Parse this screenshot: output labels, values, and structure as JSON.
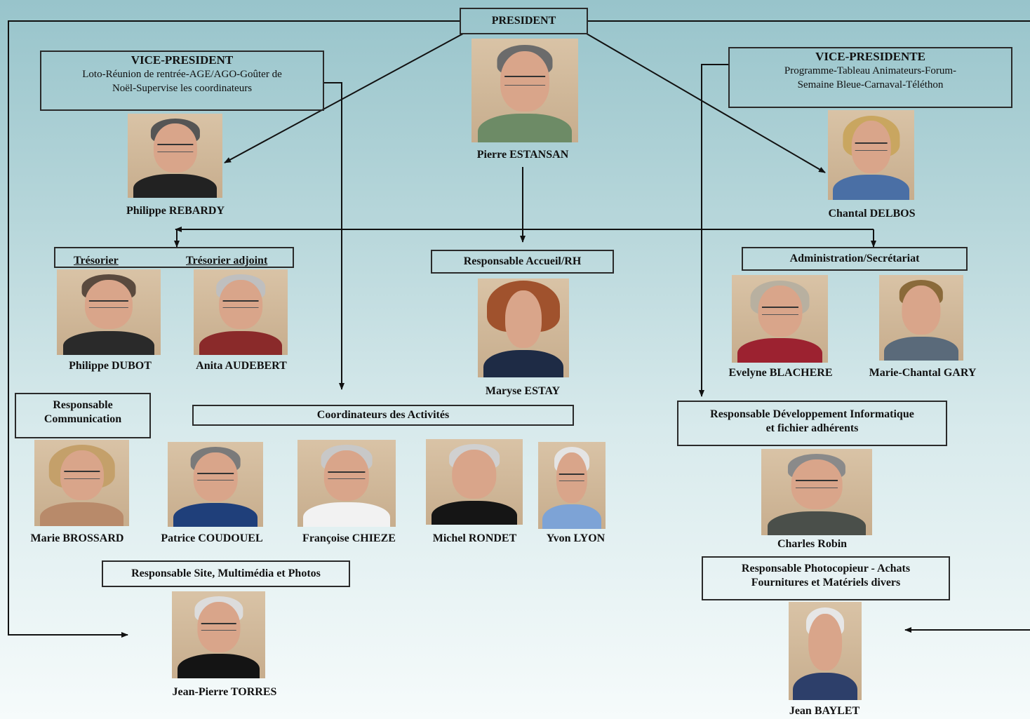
{
  "president": {
    "title": "PRESIDENT",
    "name": "Pierre ESTANSAN"
  },
  "vp1": {
    "title": "VICE-PRESIDENT",
    "desc1": "Loto-Réunion de rentrée-AGE/AGO-Goûter de",
    "desc2": "Noël-Supervise les coordinateurs",
    "name": "Philippe REBARDY"
  },
  "vp2": {
    "title": "VICE-PRESIDENTE",
    "desc1": "Programme-Tableau Animateurs-Forum-",
    "desc2": "Semaine Bleue-Carnaval-Téléthon",
    "name": "Chantal DELBOS"
  },
  "treasury": {
    "label1": "Trésorier",
    "label2": "Trésorier adjoint",
    "name1": "Philippe DUBOT",
    "name2": "Anita AUDEBERT"
  },
  "accueil": {
    "title": "Responsable Accueil/RH",
    "name": "Maryse ESTAY"
  },
  "admin": {
    "title": "Administration/Secrétariat",
    "name1": "Evelyne BLACHERE",
    "name2": "Marie-Chantal GARY"
  },
  "communication": {
    "title1": "Responsable",
    "title2": "Communication",
    "name": "Marie BROSSARD"
  },
  "coordinators": {
    "title": "Coordinateurs des Activités",
    "names": [
      "Patrice COUDOUEL",
      "Françoise CHIEZE",
      "Michel RONDET",
      "Yvon LYON"
    ]
  },
  "dev": {
    "title1": "Responsable Développement Informatique",
    "title2": "et fichier adhérents",
    "name": "Charles Robin"
  },
  "site": {
    "title": "Responsable Site, Multimédia et Photos",
    "name": "Jean-Pierre TORRES"
  },
  "photocopy": {
    "title1": "Responsable Photocopieur - Achats",
    "title2": "Fournitures et Matériels divers",
    "name": "Jean BAYLET"
  }
}
